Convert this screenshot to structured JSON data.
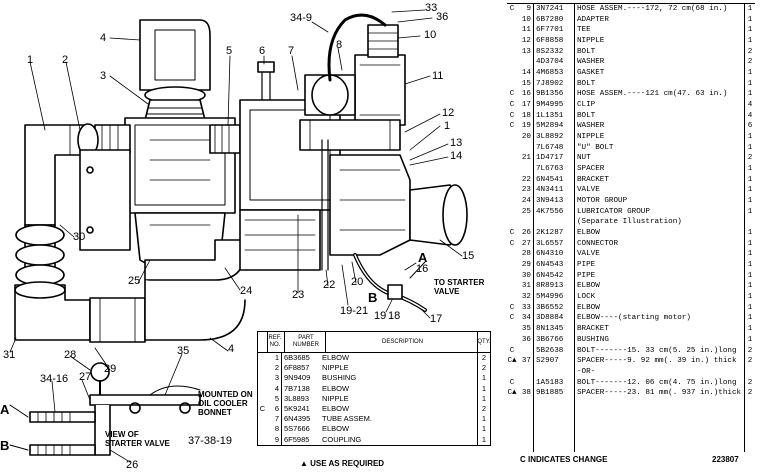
{
  "callouts": [
    {
      "id": "c1",
      "text": "1"
    },
    {
      "id": "c2",
      "text": "2"
    },
    {
      "id": "c3",
      "text": "3"
    },
    {
      "id": "c4",
      "text": "4"
    },
    {
      "id": "c5",
      "text": "5"
    },
    {
      "id": "c6",
      "text": "6"
    },
    {
      "id": "c7",
      "text": "7"
    },
    {
      "id": "c8",
      "text": "8"
    },
    {
      "id": "c34-9",
      "text": "34-9"
    },
    {
      "id": "c33",
      "text": "33"
    },
    {
      "id": "c36",
      "text": "36"
    },
    {
      "id": "c10",
      "text": "10"
    },
    {
      "id": "c11",
      "text": "11"
    },
    {
      "id": "c12",
      "text": "12"
    },
    {
      "id": "c1b",
      "text": "1"
    },
    {
      "id": "c13",
      "text": "13"
    },
    {
      "id": "c14",
      "text": "14"
    },
    {
      "id": "c15",
      "text": "15"
    },
    {
      "id": "cA",
      "text": "A"
    },
    {
      "id": "c16",
      "text": "16"
    },
    {
      "id": "c30",
      "text": "30"
    },
    {
      "id": "c25",
      "text": "25"
    },
    {
      "id": "c24",
      "text": "24"
    },
    {
      "id": "c23",
      "text": "23"
    },
    {
      "id": "c22",
      "text": "22"
    },
    {
      "id": "c20",
      "text": "20"
    },
    {
      "id": "c19-21",
      "text": "19-21"
    },
    {
      "id": "cB",
      "text": "B"
    },
    {
      "id": "c19",
      "text": "19"
    },
    {
      "id": "c18",
      "text": "18"
    },
    {
      "id": "c17",
      "text": "17"
    },
    {
      "id": "c31",
      "text": "31"
    },
    {
      "id": "c4b",
      "text": "4"
    },
    {
      "id": "c29",
      "text": "29"
    },
    {
      "id": "c28",
      "text": "28"
    },
    {
      "id": "c35",
      "text": "35"
    },
    {
      "id": "c34-16",
      "text": "34-16"
    },
    {
      "id": "c27",
      "text": "27"
    },
    {
      "id": "cA2",
      "text": "A"
    },
    {
      "id": "cB2",
      "text": "B"
    },
    {
      "id": "c37-38-19",
      "text": "37-38-19"
    },
    {
      "id": "c26",
      "text": "26"
    }
  ],
  "notes": {
    "to_starter": "TO STARTER\nVALVE",
    "mounted": "MOUNTED ON\nOIL COOLER\nBONNET",
    "view": "VIEW OF\nSTARTER VALVE"
  },
  "lower_table": {
    "headers": {
      "ref": "REF. NO.",
      "part": "PART NUMBER",
      "desc": "DESCRIPTION",
      "qty": "QTY."
    },
    "rows": [
      {
        "sym": "",
        "ref": "1",
        "part": "6B3685",
        "desc": "ELBOW",
        "qty": "2"
      },
      {
        "sym": "",
        "ref": "2",
        "part": "6F8857",
        "desc": "NIPPLE",
        "qty": "2"
      },
      {
        "sym": "",
        "ref": "3",
        "part": "9N9409",
        "desc": "BUSHING",
        "qty": "1"
      },
      {
        "sym": "",
        "ref": "4",
        "part": "7B7138",
        "desc": "ELBOW",
        "qty": "1"
      },
      {
        "sym": "",
        "ref": "5",
        "part": "3L8893",
        "desc": "NIPPLE",
        "qty": "1"
      },
      {
        "sym": "C",
        "ref": "6",
        "part": "5K9241",
        "desc": "ELBOW",
        "qty": "2"
      },
      {
        "sym": "",
        "ref": "7",
        "part": "6N4395",
        "desc": "TUBE ASSEM.",
        "qty": "1"
      },
      {
        "sym": "",
        "ref": "8",
        "part": "5S7666",
        "desc": "ELBOW",
        "qty": "1"
      },
      {
        "sym": "",
        "ref": "9",
        "part": "6F5985",
        "desc": "COUPLING",
        "qty": "1"
      }
    ],
    "footer": "▲ USE AS REQUIRED"
  },
  "right_table": {
    "rows": [
      {
        "sym": "C",
        "ref": "9",
        "part": "3N7241",
        "desc": "HOSE ASSEM.----172, 72 cm(68 in.)",
        "qty": "1"
      },
      {
        "sym": "",
        "ref": "10",
        "part": "6B7280",
        "desc": "ADAPTER",
        "qty": "1"
      },
      {
        "sym": "",
        "ref": "11",
        "part": "6F7701",
        "desc": "TEE",
        "qty": "1"
      },
      {
        "sym": "",
        "ref": "12",
        "part": "6F8858",
        "desc": "NIPPLE",
        "qty": "1"
      },
      {
        "sym": "",
        "ref": "13",
        "part": "8S2332",
        "desc": "BOLT",
        "qty": "2"
      },
      {
        "sym": "",
        "ref": "",
        "part": "4D3704",
        "desc": "WASHER",
        "qty": "2"
      },
      {
        "sym": "",
        "ref": "14",
        "part": "4M6853",
        "desc": "GASKET",
        "qty": "1"
      },
      {
        "sym": "",
        "ref": "15",
        "part": "7J8902",
        "desc": "BOLT",
        "qty": "1"
      },
      {
        "sym": "C",
        "ref": "16",
        "part": "9B1356",
        "desc": "HOSE ASSEM.----121 cm(47. 63 in.)",
        "qty": "1"
      },
      {
        "sym": "C",
        "ref": "17",
        "part": "9M4995",
        "desc": "CLIP",
        "qty": "4"
      },
      {
        "sym": "C",
        "ref": "18",
        "part": "1L1351",
        "desc": "BOLT",
        "qty": "4"
      },
      {
        "sym": "C",
        "ref": "19",
        "part": "5M2894",
        "desc": "WASHER",
        "qty": "6"
      },
      {
        "sym": "",
        "ref": "20",
        "part": "3L8892",
        "desc": "NIPPLE",
        "qty": "1"
      },
      {
        "sym": "",
        "ref": "",
        "part": "7L6748",
        "desc": "\"U\" BOLT",
        "qty": "1"
      },
      {
        "sym": "",
        "ref": "21",
        "part": "1D4717",
        "desc": "NUT",
        "qty": "2"
      },
      {
        "sym": "",
        "ref": "",
        "part": "7L6763",
        "desc": "SPACER",
        "qty": "1"
      },
      {
        "sym": "",
        "ref": "22",
        "part": "6N4541",
        "desc": "BRACKET",
        "qty": "1"
      },
      {
        "sym": "",
        "ref": "23",
        "part": "4N3411",
        "desc": "VALVE",
        "qty": "1"
      },
      {
        "sym": "",
        "ref": "24",
        "part": "3N9413",
        "desc": "MOTOR GROUP",
        "qty": "1"
      },
      {
        "sym": "",
        "ref": "25",
        "part": "4K7556",
        "desc": "LUBRICATOR GROUP",
        "qty": "1"
      },
      {
        "sym": "",
        "ref": "",
        "part": "",
        "desc": "(Separate Illustration)",
        "qty": ""
      },
      {
        "sym": "C",
        "ref": "26",
        "part": "2K1287",
        "desc": "ELBOW",
        "qty": "1"
      },
      {
        "sym": "C",
        "ref": "27",
        "part": "3L6557",
        "desc": "CONNECTOR",
        "qty": "1"
      },
      {
        "sym": "",
        "ref": "28",
        "part": "6N4310",
        "desc": "VALVE",
        "qty": "1"
      },
      {
        "sym": "",
        "ref": "29",
        "part": "6N4543",
        "desc": "PIPE",
        "qty": "1"
      },
      {
        "sym": "",
        "ref": "30",
        "part": "6N4542",
        "desc": "PIPE",
        "qty": "1"
      },
      {
        "sym": "",
        "ref": "31",
        "part": "8R8913",
        "desc": "ELBOW",
        "qty": "1"
      },
      {
        "sym": "",
        "ref": "32",
        "part": "5M4996",
        "desc": "LOCK",
        "qty": "1"
      },
      {
        "sym": "C",
        "ref": "33",
        "part": "3B6552",
        "desc": "ELBOW",
        "qty": "1"
      },
      {
        "sym": "C",
        "ref": "34",
        "part": "3D8884",
        "desc": "ELBOW----(starting motor)",
        "qty": "1"
      },
      {
        "sym": "",
        "ref": "35",
        "part": "8N1345",
        "desc": "BRACKET",
        "qty": "1"
      },
      {
        "sym": "",
        "ref": "36",
        "part": "3B6766",
        "desc": "BUSHING",
        "qty": "1"
      },
      {
        "sym": "C",
        "ref": "",
        "part": "5B2638",
        "desc": "BOLT-------15. 33 cm(5. 25 in.)long",
        "qty": "2"
      },
      {
        "sym": "C▲",
        "ref": "37",
        "part": "S2907",
        "desc": "SPACER-----9. 92 mm(. 39 in.) thick",
        "qty": "2"
      },
      {
        "sym": "",
        "ref": "",
        "part": "",
        "desc": "-OR-",
        "qty": ""
      },
      {
        "sym": "C",
        "ref": "",
        "part": "1A5183",
        "desc": "BOLT-------12. 06 cm(4. 75 in.)long",
        "qty": "2"
      },
      {
        "sym": "C▲",
        "ref": "38",
        "part": "9B1885",
        "desc": "SPACER-----23. 81 mm(. 937 in.)thick",
        "qty": "2"
      },
      {
        "sym": "",
        "ref": "",
        "part": "",
        "desc": "",
        "qty": ""
      },
      {
        "sym": "",
        "ref": "",
        "part": "",
        "desc": "",
        "qty": ""
      },
      {
        "sym": "",
        "ref": "",
        "part": "",
        "desc": "",
        "qty": ""
      },
      {
        "sym": "",
        "ref": "",
        "part": "",
        "desc": "",
        "qty": ""
      },
      {
        "sym": "",
        "ref": "",
        "part": "",
        "desc": "",
        "qty": ""
      }
    ],
    "footer": "C INDICATES CHANGE",
    "code": "223807"
  }
}
